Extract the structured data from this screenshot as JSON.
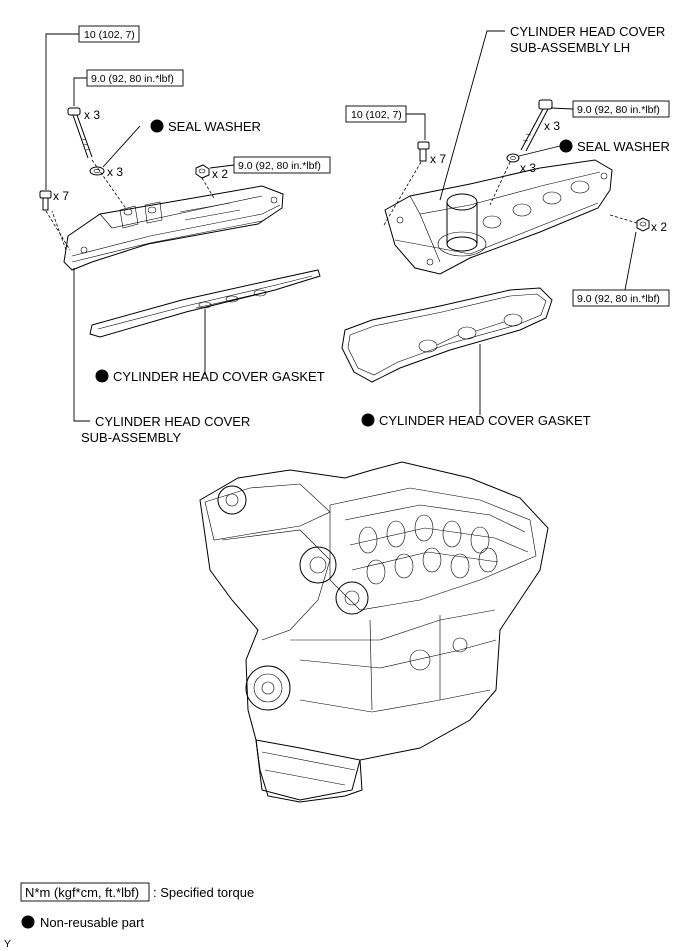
{
  "torque": {
    "t1": "10 (102, 7)",
    "t2": "9.0 (92, 80 in.*lbf)",
    "t3": "9.0 (92, 80 in.*lbf)",
    "t4": "10 (102, 7)",
    "t5": "9.0 (92, 80 in.*lbf)",
    "t6": "9.0 (92, 80 in.*lbf)"
  },
  "quantities": {
    "left_bolt_x7": "x 7",
    "left_bolt_x3": "x 3",
    "left_washer_x3": "x 3",
    "left_nut_x2": "x 2",
    "right_bolt_x7": "x 7",
    "right_bolt_x3": "x 3",
    "right_washer_x3": "x 3",
    "right_nut_x2": "x 2"
  },
  "labels": {
    "seal_washer_left": "SEAL WASHER",
    "seal_washer_right": "SEAL WASHER",
    "gasket_left": "CYLINDER HEAD COVER GASKET",
    "gasket_right": "CYLINDER HEAD COVER GASKET",
    "cover_left_line1": "CYLINDER HEAD COVER",
    "cover_left_line2": "SUB-ASSEMBLY",
    "cover_right_line1": "CYLINDER HEAD COVER",
    "cover_right_line2": "SUB-ASSEMBLY LH"
  },
  "legend": {
    "torque_box": "N*m (kgf*cm, ft.*lbf)",
    "torque_text": ": Specified torque",
    "nonreusable_text": "Non-reusable part"
  },
  "corner_code": "Y"
}
